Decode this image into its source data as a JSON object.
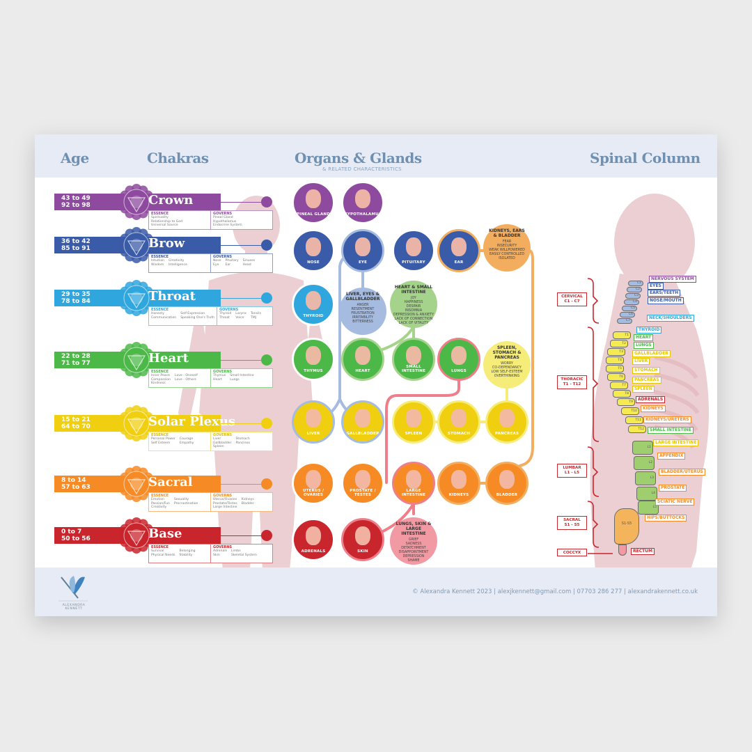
{
  "header": {
    "age": "Age",
    "chakras": "Chakras",
    "organs": "Organs & Glands",
    "organs_sub": "& RELATED CHARACTERISTICS",
    "spine": "Spinal Column"
  },
  "labels": {
    "essence": "ESSENCE",
    "governs": "GOVERNS"
  },
  "colors": {
    "crown": "#8e4a9e",
    "brow": "#3a5ba8",
    "throat": "#2fa6dd",
    "heart": "#4cb848",
    "solar": "#f0cf10",
    "sacral": "#f68b25",
    "base": "#c9252c",
    "header_text": "#6f90b1",
    "band": "#e6ebf5",
    "body": "#eccfd2"
  },
  "chakras": [
    {
      "name": "Crown",
      "ages": [
        "43 to 49",
        "92 to 98"
      ],
      "color": "#8e4a9e",
      "essence": [
        [
          "Spirituality",
          "Relationship to God",
          "Universal Source"
        ]
      ],
      "governs": [
        [
          "Pineal Gland",
          "Hypothalamus",
          "Endocrine System"
        ]
      ]
    },
    {
      "name": "Brow",
      "ages": [
        "36 to 42",
        "85 to 91"
      ],
      "color": "#3a5ba8",
      "essence": [
        [
          "Intuition",
          "Wisdom"
        ],
        [
          "Creativity",
          "Intelligence"
        ]
      ],
      "governs": [
        [
          "Nose",
          "Eye"
        ],
        [
          "Pituitary",
          "Ear"
        ],
        [
          "Sinuses",
          "Head"
        ]
      ]
    },
    {
      "name": "Throat",
      "ages": [
        "29 to 35",
        "78 to 84"
      ],
      "color": "#2fa6dd",
      "essence": [
        [
          "Honesty",
          "Communication"
        ],
        [
          "Self-Expression",
          "Speaking One's Truth"
        ]
      ],
      "governs": [
        [
          "Thyroid",
          "Throat"
        ],
        [
          "Larynx",
          "Voice"
        ],
        [
          "Tonsils",
          "TMJ"
        ]
      ]
    },
    {
      "name": "Heart",
      "ages": [
        "22 to 28",
        "71 to 77"
      ],
      "color": "#4cb848",
      "essence": [
        [
          "Inner Peace",
          "Compassion",
          "Kindness"
        ],
        [
          "Love - Oneself",
          "Love - Others"
        ]
      ],
      "governs": [
        [
          "Thymus",
          "Heart"
        ],
        [
          "Small Intestine",
          "Lungs"
        ]
      ]
    },
    {
      "name": "Solar Plexus",
      "ages": [
        "15 to 21",
        "64 to 70"
      ],
      "color": "#f0cf10",
      "essence": [
        [
          "Personal Power",
          "Self Esteem"
        ],
        [
          "Courage",
          "Empathy"
        ]
      ],
      "governs": [
        [
          "Liver",
          "Gallbladder",
          "Spleen"
        ],
        [
          "Stomach",
          "Pancreas"
        ]
      ]
    },
    {
      "name": "Sacral",
      "ages": [
        "8 to 14",
        "57 to 63"
      ],
      "color": "#f68b25",
      "essence": [
        [
          "Emotion",
          "Passion/Fun",
          "Creativity"
        ],
        [
          "Sexuality",
          "Procrastination"
        ]
      ],
      "governs": [
        [
          "Uterus/Ovaries",
          "Prostate/Testes",
          "Large Intestine"
        ],
        [
          "Kidneys",
          "Bladder"
        ]
      ]
    },
    {
      "name": "Base",
      "ages": [
        "0 to 7",
        "50 to 56"
      ],
      "color": "#c9252c",
      "essence": [
        [
          "Survival",
          "Physical Needs"
        ],
        [
          "Belonging",
          "Stability"
        ]
      ],
      "governs": [
        [
          "Adrenals",
          "Skin"
        ],
        [
          "Limbs",
          "Skeletal System"
        ]
      ]
    }
  ],
  "organs": [
    {
      "label": "PINEAL GLAND",
      "color": "#8e4a9e",
      "ring": "#ffffff"
    },
    {
      "label": "HYPOTHALAMUS",
      "color": "#8e4a9e",
      "ring": "#ffffff"
    },
    {
      "label": "NOSE",
      "color": "#3a5ba8",
      "ring": "#ffffff"
    },
    {
      "label": "EYE",
      "color": "#3a5ba8",
      "ring": "#a5bbe0"
    },
    {
      "label": "PITUITARY",
      "color": "#3a5ba8",
      "ring": "#ffffff"
    },
    {
      "label": "EAR",
      "color": "#3a5ba8",
      "ring": "#f3ad5e"
    },
    {
      "label": "THYROID",
      "color": "#2fa6dd",
      "ring": "#ffffff"
    },
    {
      "label": "THYMUS",
      "color": "#4cb848",
      "ring": "#ffffff"
    },
    {
      "label": "HEART",
      "color": "#4cb848",
      "ring": "#a6d38c"
    },
    {
      "label": "SMALL INTESTINE",
      "color": "#4cb848",
      "ring": "#a6d38c"
    },
    {
      "label": "LUNGS",
      "color": "#4cb848",
      "ring": "#ee7f8a"
    },
    {
      "label": "LIVER",
      "color": "#f0cf10",
      "ring": "#a5bbe0"
    },
    {
      "label": "GALLBLADDER",
      "color": "#f0cf10",
      "ring": "#a5bbe0"
    },
    {
      "label": "SPLEEN",
      "color": "#f0cf10",
      "ring": "#f5ec7a"
    },
    {
      "label": "STOMACH",
      "color": "#f0cf10",
      "ring": "#f5ec7a"
    },
    {
      "label": "PANCREAS",
      "color": "#f0cf10",
      "ring": "#f5ec7a"
    },
    {
      "label": "UTERUS / OVARIES",
      "color": "#f68b25",
      "ring": "#ffffff"
    },
    {
      "label": "PROSTATE / TESTES",
      "color": "#f68b25",
      "ring": "#ffffff"
    },
    {
      "label": "LARGE INTESTINE",
      "color": "#f68b25",
      "ring": "#ee7f8a"
    },
    {
      "label": "KIDNEYS",
      "color": "#f68b25",
      "ring": "#f3ad5e"
    },
    {
      "label": "BLADDER",
      "color": "#f68b25",
      "ring": "#f3ad5e"
    },
    {
      "label": "ADRENALS",
      "color": "#c9252c",
      "ring": "#ffffff"
    },
    {
      "label": "SKIN",
      "color": "#c9252c",
      "ring": "#ee7f8a"
    }
  ],
  "characteristics": [
    {
      "title": "KIDNEYS, EARS & BLADDER",
      "color": "#f3ad5e",
      "items": [
        "FEAR",
        "INSECURITY",
        "WEAK WILLPOWERED",
        "EASILY CONTROLLED",
        "ISOLATED"
      ]
    },
    {
      "title": "LIVER, EYES & GALLBLADDER",
      "color": "#a5bbe0",
      "items": [
        "ANGER",
        "RESENTMENT",
        "FRUSTRATION",
        "IRRITABILITY",
        "BITTERNESS"
      ]
    },
    {
      "title": "HEART & SMALL INTESTINE",
      "color": "#a6d38c",
      "items": [
        "JOY",
        "HAPPINESS",
        "DESPAIR",
        "INSOMNIA",
        "DEPRESSION & ANXIETY",
        "LACK OF CONNECTION",
        "LACK OF VITALITY"
      ]
    },
    {
      "title": "SPLEEN, STOMACH & PANCREAS",
      "color": "#f5ec7a",
      "items": [
        "WORRY",
        "CO-DEPENDANCY",
        "LOW SELF-ESTEEM",
        "OVERTHINKING"
      ]
    },
    {
      "title": "LUNGS, SKIN & LARGE INTESTINE",
      "color": "#f29aa3",
      "items": [
        "GRIEF",
        "SADNESS",
        "DETATCHMENT",
        "DISAPPOINTMENT",
        "DEPRESSION",
        "SHAME"
      ]
    }
  ],
  "spine_regions": [
    [
      "CERVICAL",
      "C1 - C7"
    ],
    [
      "THORACIC",
      "T1 - T12"
    ],
    [
      "LUMBAR",
      "L1 - L5"
    ],
    [
      "SACRAL",
      "S1 - S5"
    ],
    [
      "COCCYX",
      ""
    ]
  ],
  "vertebrae": [
    "C1",
    "C2",
    "C3",
    "C4",
    "C5",
    "C6",
    "C7",
    "T1",
    "T2",
    "T3",
    "T4",
    "T5",
    "T6",
    "T7",
    "T8",
    "T9",
    "T10",
    "T11",
    "T12",
    "L1",
    "L2",
    "L3",
    "L4",
    "L5",
    "S1-S5"
  ],
  "spine_labels": [
    {
      "text": "NERVOUS SYSTEM",
      "color": "#8e4a9e"
    },
    {
      "text": "EYES",
      "color": "#3a5ba8"
    },
    {
      "text": "EARS/TEETH",
      "color": "#3a5ba8"
    },
    {
      "text": "NOSE/MOUTH",
      "color": "#3a5ba8"
    },
    {
      "text": "NECK/SHOULDERS",
      "color": "#2fa6dd"
    },
    {
      "text": "THYROID",
      "color": "#2fa6dd"
    },
    {
      "text": "HEART",
      "color": "#4cb848"
    },
    {
      "text": "LUNGS",
      "color": "#4cb848"
    },
    {
      "text": "GALLBLADDER",
      "color": "#e8c400"
    },
    {
      "text": "LIVER",
      "color": "#e8c400"
    },
    {
      "text": "STOMACH",
      "color": "#e8c400"
    },
    {
      "text": "PANCREAS",
      "color": "#e8c400"
    },
    {
      "text": "SPLEEN",
      "color": "#e8c400"
    },
    {
      "text": "ADRENALS",
      "color": "#c9252c"
    },
    {
      "text": "KIDNEYS",
      "color": "#f68b25"
    },
    {
      "text": "KIDNEYS/URETERS",
      "color": "#f68b25"
    },
    {
      "text": "SMALL INTESTINE",
      "color": "#4cb848"
    },
    {
      "text": "LARGE INTESTINE",
      "color": "#e8c400"
    },
    {
      "text": "APPENDIX",
      "color": "#f68b25"
    },
    {
      "text": "BLADDER/UTERUS",
      "color": "#f68b25"
    },
    {
      "text": "PROSTATE",
      "color": "#f68b25"
    },
    {
      "text": "SCIATIC NERVE",
      "color": "#f68b25"
    },
    {
      "text": "HIPS/BUTTOCKS",
      "color": "#f68b25"
    },
    {
      "text": "RECTUM",
      "color": "#c9252c"
    }
  ],
  "footer": {
    "logo": "ALEXANDRA KENNETT",
    "text": "© Alexandra Kennett 2023 | alexjkennett@gmail.com | 07703 286 277 | alexandrakennett.co.uk"
  }
}
